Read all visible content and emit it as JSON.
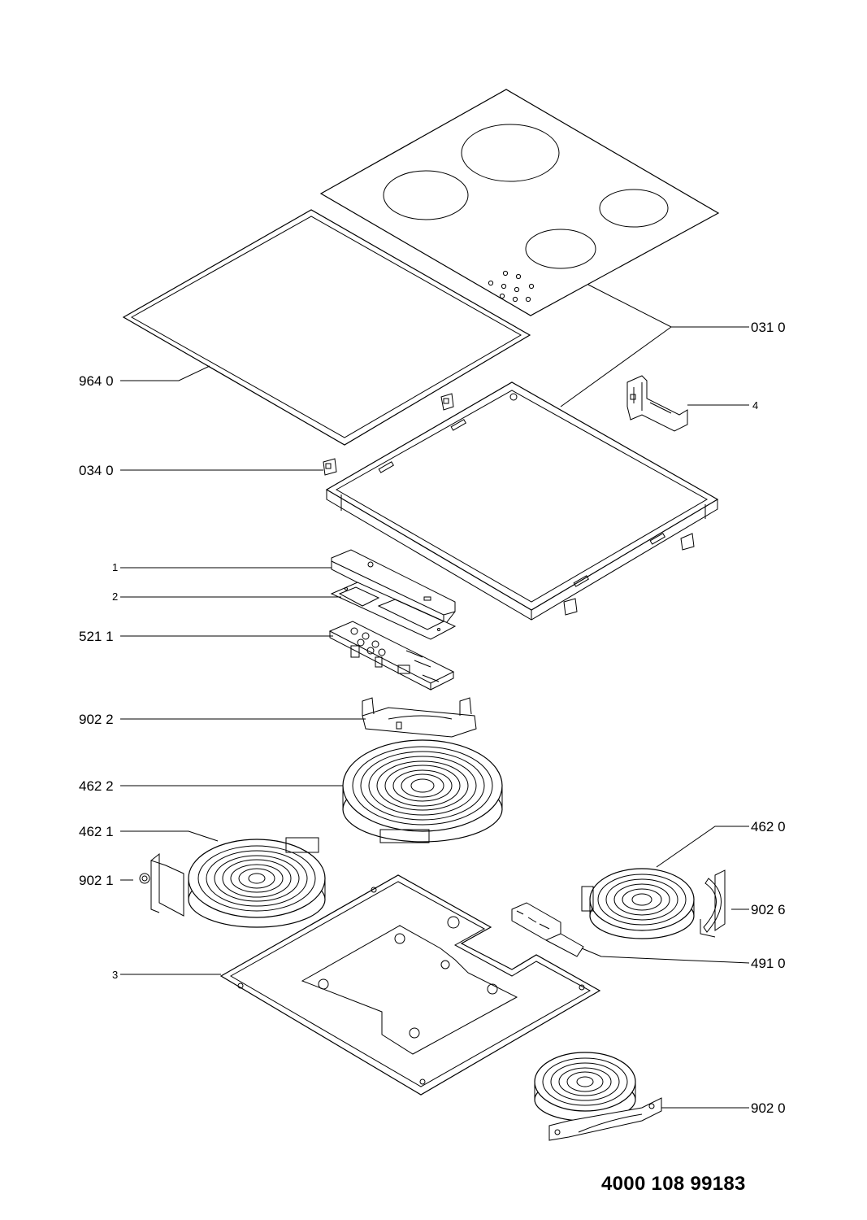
{
  "document_number": "4000 108 99183",
  "part_labels": {
    "p0310": "031 0",
    "p9640": "964 0",
    "p4": "4",
    "p0340": "034 0",
    "p1": "1",
    "p2": "2",
    "p5211": "521 1",
    "p9022": "902 2",
    "p4622": "462 2",
    "p4621": "462 1",
    "p9021": "902 1",
    "p4620": "462 0",
    "p9026": "902 6",
    "p3": "3",
    "p4910": "491 0",
    "p9020": "902 0"
  }
}
